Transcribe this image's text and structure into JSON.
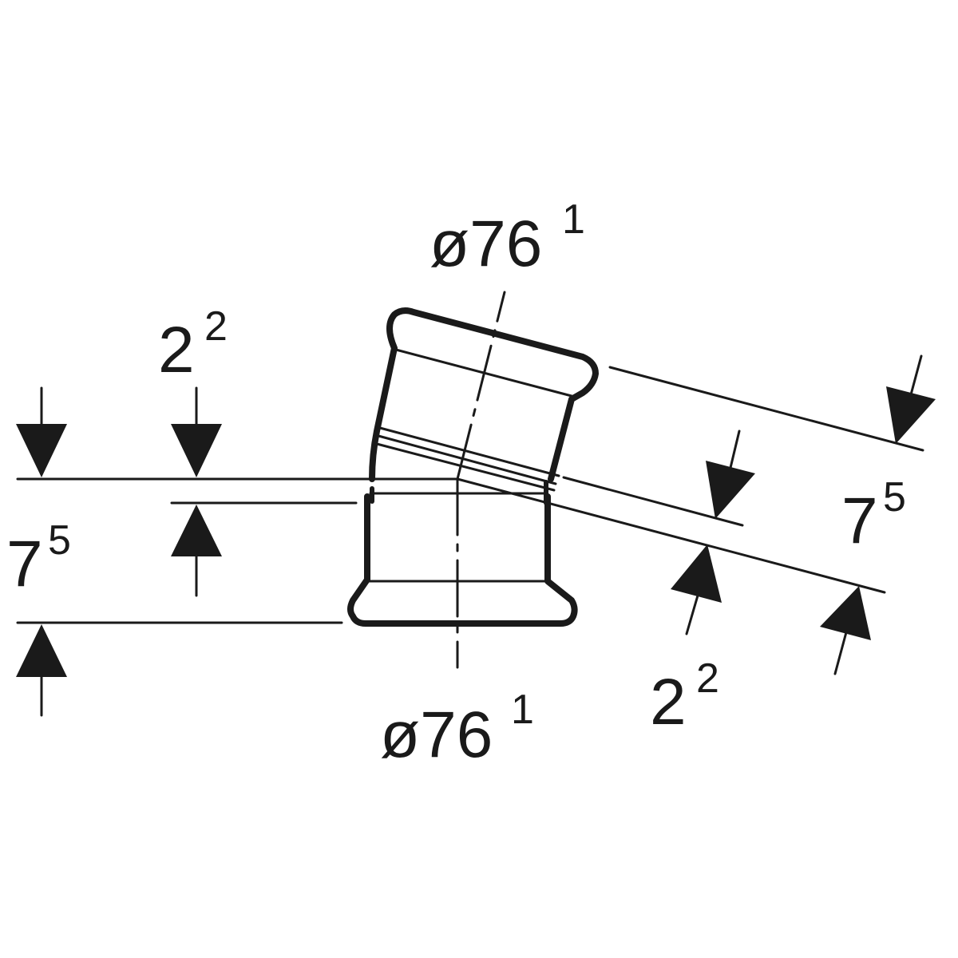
{
  "diagram": {
    "colors": {
      "stroke": "#1a1a1a",
      "background": "#ffffff"
    },
    "labels": {
      "top_diameter": {
        "main": "ø76",
        "sup": "1"
      },
      "bottom_diameter": {
        "main": "ø76",
        "sup": "1"
      },
      "left_insert_depth": {
        "main": "2",
        "sup": "2"
      },
      "left_socket_length": {
        "main": "7",
        "sup": "5"
      },
      "right_insert_depth": {
        "main": "2",
        "sup": "2"
      },
      "right_socket_length": {
        "main": "7",
        "sup": "5"
      }
    }
  }
}
